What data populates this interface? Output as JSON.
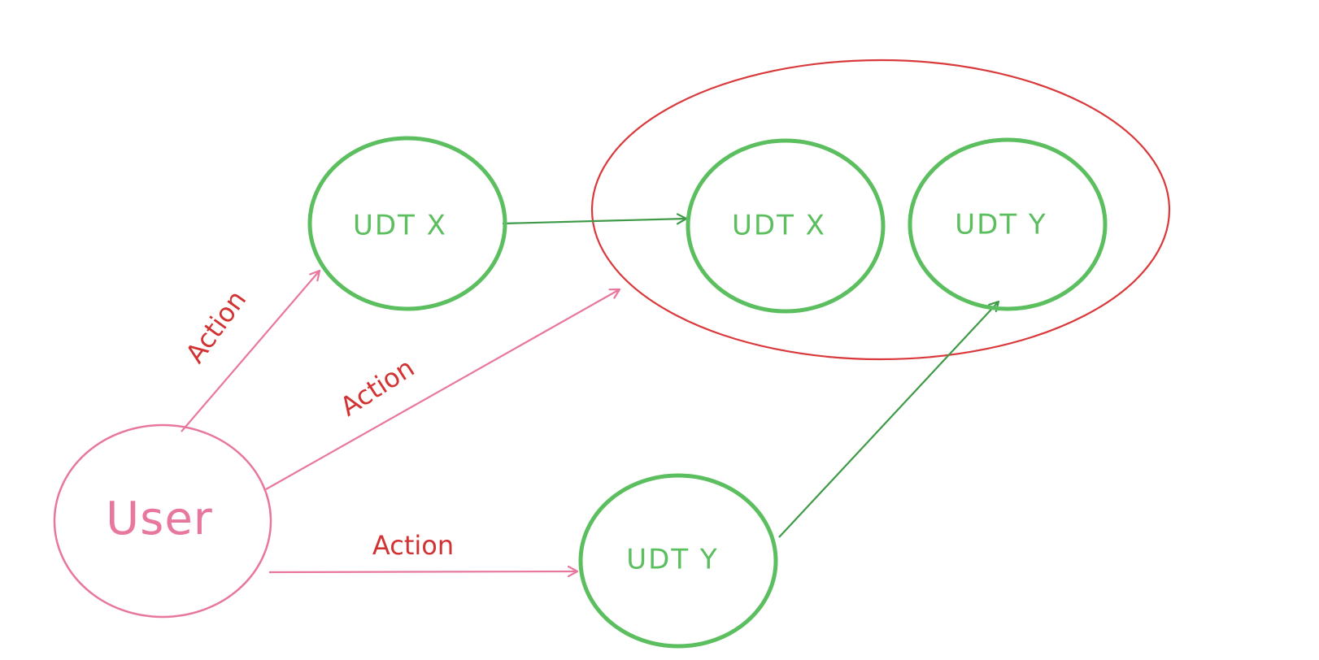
{
  "colors": {
    "user": "#e8779f",
    "node": "#5cbf5f",
    "group": "#d9393b",
    "action_label": "#d23232",
    "flow_arrow": "#3f9a48"
  },
  "nodes": {
    "user": "User",
    "udt_x_source": "UDT X",
    "udt_y_source": "UDT Y",
    "udt_x_grouped": "UDT X",
    "udt_y_grouped": "UDT Y"
  },
  "edges": {
    "user_to_udt_x": "Action",
    "user_to_group": "Action",
    "user_to_udt_y": "Action"
  }
}
